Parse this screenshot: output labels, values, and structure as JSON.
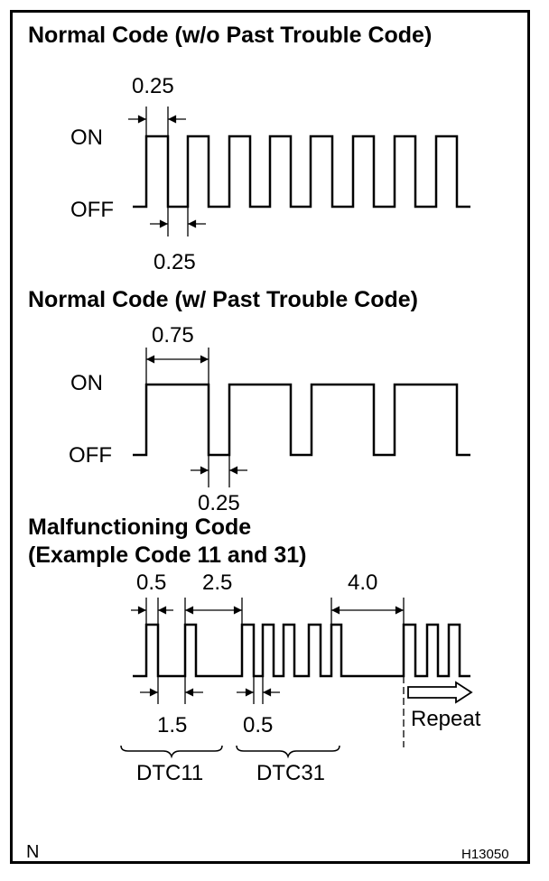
{
  "sections": {
    "normal_no_past": {
      "title": "Normal Code (w/o Past Trouble Code)",
      "on_label": "ON",
      "off_label": "OFF",
      "on_duration": "0.25",
      "off_duration": "0.25"
    },
    "normal_with_past": {
      "title": "Normal Code (w/ Past Trouble Code)",
      "on_label": "ON",
      "off_label": "OFF",
      "on_duration": "0.75",
      "off_duration": "0.25"
    },
    "malfunction": {
      "title_line1": "Malfunctioning Code",
      "title_line2": "(Example Code 11 and 31)",
      "pulse_width": "0.5",
      "code_gap": "2.5",
      "repeat_gap": "4.0",
      "digit_gap": "1.5",
      "pulse_gap": "0.5",
      "repeat_label": "Repeat",
      "dtc_first": "DTC11",
      "dtc_second": "DTC31"
    }
  },
  "footer": {
    "corner_mark": "N",
    "figure_id": "H13050"
  }
}
